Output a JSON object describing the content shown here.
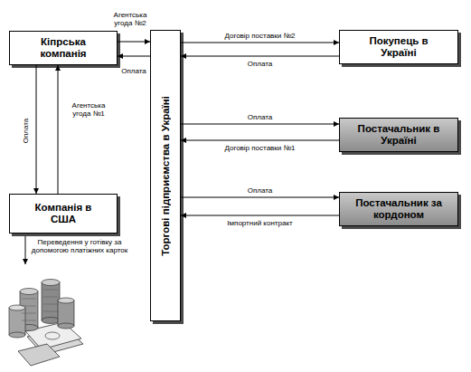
{
  "diagram": {
    "nodes": [
      {
        "text": [
          "Кіпрська компанія"
        ]
      },
      {
        "text": [
          "Торгові підприємства в Україні"
        ]
      },
      {
        "text": [
          "Покупець в Україні"
        ]
      },
      {
        "text": [
          "Постачальник в Україні"
        ]
      },
      {
        "text": [
          "Постачальник за кордоном"
        ]
      },
      {
        "text": [
          "Компанія в США"
        ]
      }
    ],
    "edges": [
      {
        "from": 0,
        "to": 1,
        "label": "Агентська угода №2",
        "arrow": "to"
      },
      {
        "from": 1,
        "to": 0,
        "label": "Оплата",
        "arrow": "to"
      },
      {
        "from": 1,
        "to": 2,
        "label": "Договір поставки №2",
        "arrow": "to"
      },
      {
        "from": 2,
        "to": 1,
        "label": "Оплата",
        "arrow": "to"
      },
      {
        "from": 1,
        "to": 3,
        "label": "Оплата",
        "arrow": "to"
      },
      {
        "from": 3,
        "to": 1,
        "label": "Договір поставки №1",
        "arrow": "to"
      },
      {
        "from": 1,
        "to": 4,
        "label": "Оплата",
        "arrow": "to"
      },
      {
        "from": 4,
        "to": 1,
        "label": "Імпортний контракт",
        "arrow": "to"
      },
      {
        "from": 0,
        "to": 5,
        "label": "Оплата",
        "arrow": "to"
      },
      {
        "from": 5,
        "to": 0,
        "label": "Агентська угода №1",
        "arrow": "to"
      }
    ],
    "labels": [
      "Переведення у готівку за допомогою платіжних карток"
    ]
  }
}
